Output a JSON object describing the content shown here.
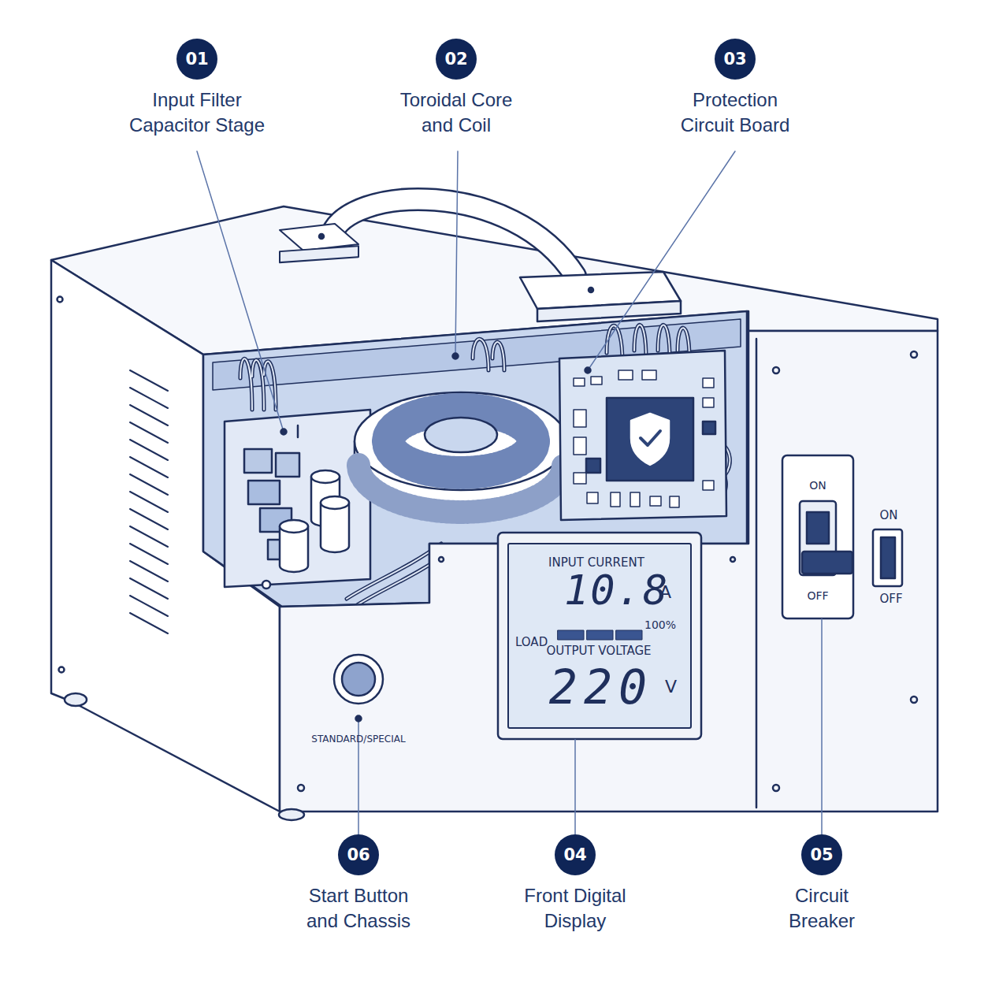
{
  "diagram": {
    "nodes": [
      {
        "text": [
          "01",
          "Input Filter Capacitor Stage"
        ]
      },
      {
        "text": [
          "02",
          "Toroidal Core and Coil"
        ]
      },
      {
        "text": [
          "03",
          "Protection Circuit Board"
        ]
      },
      {
        "text": [
          "INPUT CURRENT",
          "10.8",
          "A",
          "LOAD",
          "100%",
          "OUTPUT VOLTAGE",
          "220",
          "V"
        ]
      },
      {
        "text": [
          "ON",
          "OFF"
        ]
      },
      {
        "text": [
          "06",
          "Start Button and Chassis"
        ]
      },
      {
        "text": [
          "04",
          "Front Digital Display"
        ]
      },
      {
        "text": [
          "05",
          "Circuit Breaker"
        ]
      }
    ],
    "edges": [
      {
        "from": 6,
        "to": 3,
        "arrow": "none"
      },
      {
        "from": 7,
        "to": 4,
        "arrow": "none"
      }
    ],
    "labels": [
      "ON",
      "OFF",
      "STANDARD/SPECIAL"
    ]
  }
}
